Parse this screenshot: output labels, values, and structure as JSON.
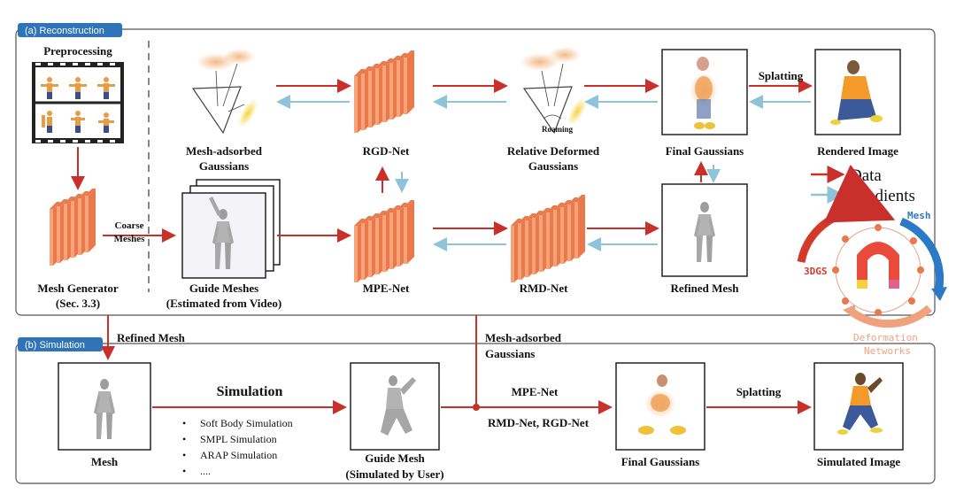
{
  "colors": {
    "data": "#c9302c",
    "gradient": "#8ec3d9",
    "section_tag": "#2f74b8",
    "network_front": "#f7a37a",
    "network_side": "#e9784a",
    "logo_mesh": "#2c79c8",
    "logo_3dgs": "#d43a2a",
    "logo_deform": "#f0a27c"
  },
  "reconstruction": {
    "tag": "(a) Reconstruction",
    "preprocessing": "Preprocessing",
    "mesh_generator": "Mesh Generator",
    "mesh_generator_ref": "(Sec. 3.3)",
    "coarse": "Coarse",
    "meshes": "Meshes",
    "guide_meshes": "Guide Meshes",
    "guide_meshes_sub": "(Estimated from Video)",
    "mesh_adsorbed_line1": "Mesh-adsorbed",
    "mesh_adsorbed_line2": "Gaussians",
    "rgd_net": "RGD-Net",
    "relative_line1": "Relative Deformed",
    "relative_line2": "Gaussians",
    "roaming": "Roaming",
    "final_gaussians": "Final Gaussians",
    "splatting": "Splatting",
    "rendered_image": "Rendered Image",
    "mpe_net": "MPE-Net",
    "rmd_net": "RMD-Net",
    "refined_mesh": "Refined Mesh"
  },
  "legend": {
    "data": "Data",
    "gradients": "Gradients"
  },
  "logo": {
    "mesh": "Mesh",
    "gs": "3DGS",
    "deformation": "Deformation",
    "networks": "Networks"
  },
  "connectors": {
    "refined_mesh": "Refined Mesh",
    "mesh_adsorbed_line1": "Mesh-adsorbed",
    "mesh_adsorbed_line2": "Gaussians"
  },
  "simulation": {
    "tag": "(b) Simulation",
    "mesh": "Mesh",
    "title": "Simulation",
    "items": [
      "Soft Body Simulation",
      "SMPL Simulation",
      "ARAP Simulation",
      "...."
    ],
    "guide_mesh": "Guide Mesh",
    "guide_mesh_sub": "(Simulated by User)",
    "mpe_net": "MPE-Net",
    "rmd_rgd": "RMD-Net, RGD-Net",
    "final_gaussians": "Final Gaussians",
    "splatting": "Splatting",
    "simulated_image": "Simulated Image"
  },
  "icons": {
    "frame": "film-frame-icon",
    "network": "network-block-icon",
    "gaussian": "gaussian-cloud-icon",
    "mesh": "human-mesh-icon",
    "photo": "rendered-human-icon"
  }
}
